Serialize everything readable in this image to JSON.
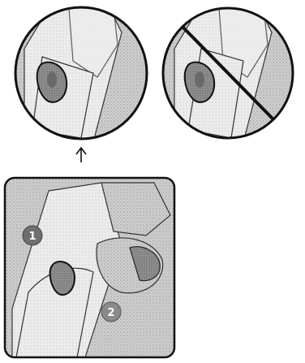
{
  "figure": {
    "panels": [
      {
        "id": "correct-closeup",
        "crossed_out": false
      },
      {
        "id": "incorrect-closeup",
        "crossed_out": true
      }
    ],
    "steps": [
      {
        "label": "1"
      },
      {
        "label": "2"
      }
    ],
    "colors": {
      "outline": "#111111",
      "shade_dark": "#555555",
      "shade_mid": "#9a9a9a",
      "shade_light": "#d9d9d9",
      "background": "#ffffff"
    }
  }
}
